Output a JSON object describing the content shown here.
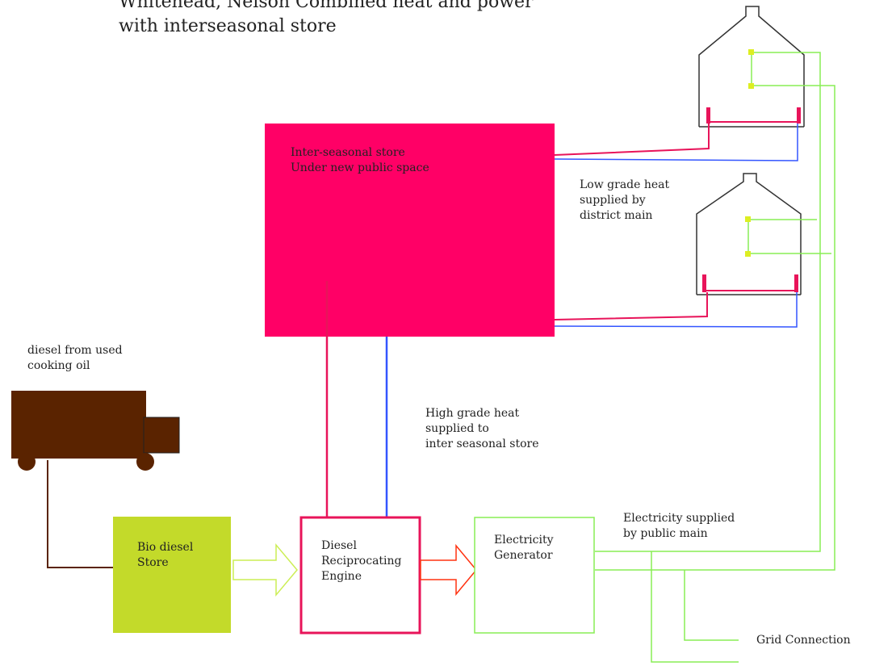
{
  "title": {
    "line1": "Whitehead, Nelson Combined heat and power",
    "line2": "with interseasonal store"
  },
  "labels": {
    "store_line1": "Inter-seasonal store",
    "store_line2": "Under new public space",
    "low_grade_1": "Low grade heat",
    "low_grade_2": "supplied by",
    "low_grade_3": "district main",
    "diesel_source_1": "diesel from used",
    "diesel_source_2": "cooking oil",
    "high_grade_1": "High grade heat",
    "high_grade_2": "supplied to",
    "high_grade_3": "inter seasonal store",
    "bio_store_1": "Bio diesel",
    "bio_store_2": "Store",
    "engine_1": "Diesel",
    "engine_2": "Reciprocating",
    "engine_3": "Engine",
    "generator_1": "Electricity",
    "generator_2": "Generator",
    "elec_supply_1": "Electricity supplied",
    "elec_supply_2": "by public main",
    "grid": "Grid Connection"
  },
  "colors": {
    "store_fill": "#ff0066",
    "hot_pipe": "#e8145a",
    "cold_pipe": "#3355ff",
    "electric": "#88ee55",
    "bio_fill": "#c3da2a",
    "truck": "#5a2300",
    "switch": "#ddee22"
  }
}
